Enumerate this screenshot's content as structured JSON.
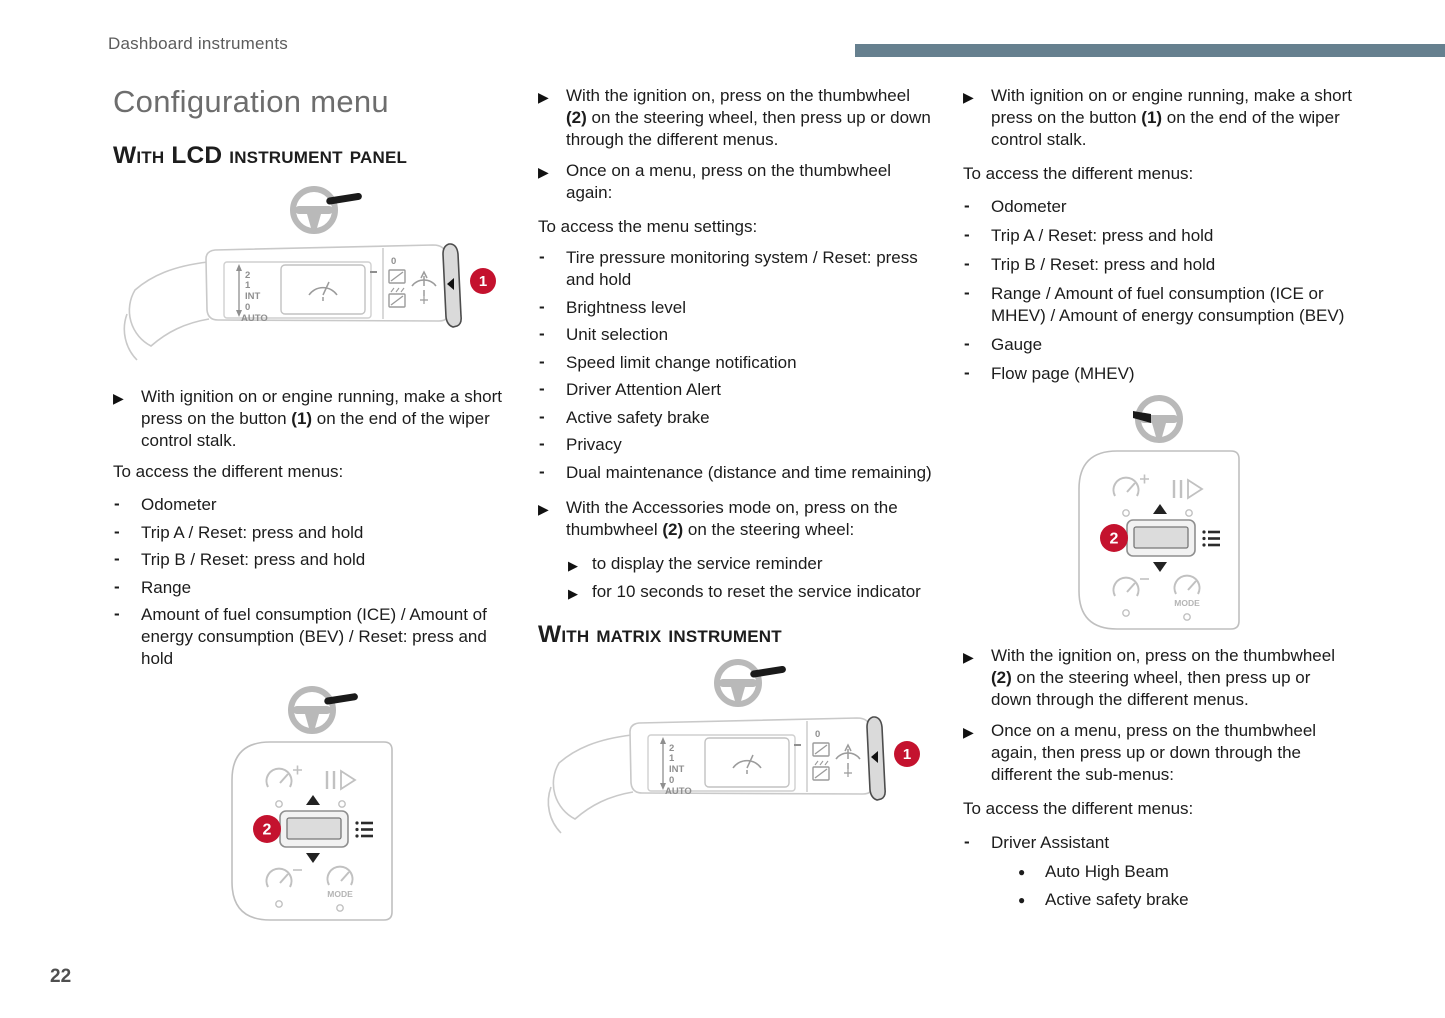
{
  "page": {
    "header": "Dashboard instruments",
    "page_number": "22"
  },
  "icons": {
    "arrow": "▶",
    "dash": "-",
    "dot": "●"
  },
  "colors": {
    "accent_bar": "#66808F",
    "badge": "#C4122E"
  },
  "col1": {
    "title": "Configuration menu",
    "heading": "With LCD instrument panel",
    "step1": {
      "pre": "With ignition on or engine running, make a short press on the button ",
      "bold": "(1)",
      "post": " on the end of the wiper control stalk."
    },
    "access_label": "To access the different menus:",
    "menu_items": [
      "Odometer",
      "Trip A / Reset: press and hold",
      "Trip B / Reset: press and hold",
      "Range",
      "Amount of fuel consumption (ICE) / Amount of energy consumption (BEV) / Reset: press and hold"
    ]
  },
  "col2": {
    "step1": {
      "pre": "With the ignition on, press on the thumbwheel ",
      "bold": "(2)",
      "post": " on the steering wheel, then press up or down through the different menus."
    },
    "step2": {
      "pre": "Once on a menu, press on the thumbwheel again:"
    },
    "settings_label": "To access the menu settings:",
    "settings_items": [
      "Tire pressure monitoring system / Reset: press and hold",
      "Brightness level",
      "Unit selection",
      "Speed limit change notification",
      "Driver Attention Alert",
      "Active safety brake",
      "Privacy",
      "Dual maintenance (distance and time remaining)"
    ],
    "step3": {
      "pre": "With the Accessories mode on, press on the thumbwheel ",
      "bold": "(2)",
      "post": " on the steering wheel:"
    },
    "substeps": [
      "to display the service reminder",
      "for 10 seconds to reset the service indicator"
    ],
    "heading": "With matrix instrument"
  },
  "col3": {
    "step1": {
      "pre": "With ignition on or engine running, make a short press on the button ",
      "bold": "(1)",
      "post": " on the end of the wiper control stalk."
    },
    "access_label": "To access the different menus:",
    "menu_items": [
      "Odometer",
      "Trip A / Reset: press and hold",
      "Trip B / Reset: press and hold",
      "Range / Amount of fuel consumption (ICE or MHEV) / Amount of energy consumption (BEV)",
      "Gauge",
      "Flow page (MHEV)"
    ],
    "step2": {
      "pre": "With the ignition on, press on the thumbwheel ",
      "bold": "(2)",
      "post": " on the steering wheel, then press up or down through the different menus."
    },
    "step3": {
      "pre": "Once on a menu, press on the thumbwheel again, then press up or down through the different the sub-menus:"
    },
    "access_label2": "To access the different menus:",
    "menu_items2": [
      "Driver Assistant"
    ],
    "sub_items": [
      "Auto High Beam",
      "Active safety brake"
    ]
  },
  "illustrations": {
    "stalk": {
      "scale_labels": [
        "2",
        "1",
        "INT",
        "0",
        "AUTO"
      ],
      "zero": "0",
      "badge": "1"
    },
    "thumbwheel": {
      "badge": "2",
      "mode": "MODE"
    }
  }
}
